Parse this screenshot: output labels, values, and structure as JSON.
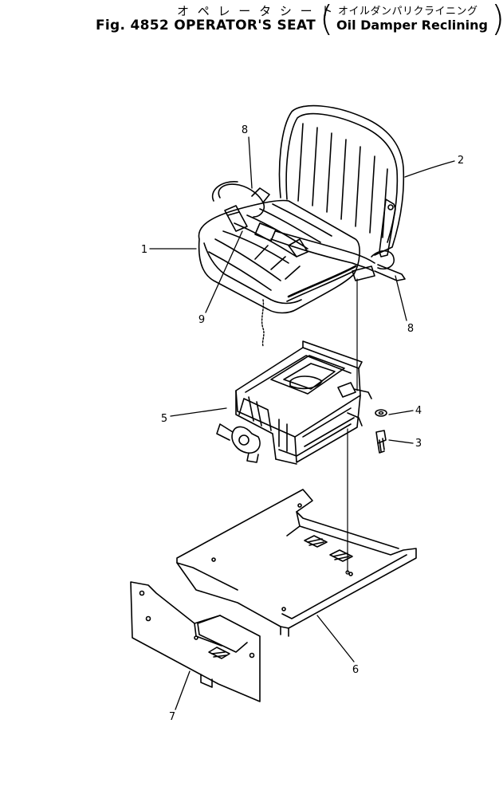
{
  "header": {
    "title_jp": "オ ペ レ ー タ シ ー ト",
    "subtitle_jp": "オイルダンパリクライニング",
    "figure_title": "Fig. 4852 OPERATOR'S SEAT",
    "subtitle_en": "Oil Damper Reclining"
  },
  "callouts": {
    "c1": "1",
    "c2": "2",
    "c3": "3",
    "c4": "4",
    "c5": "5",
    "c6": "6",
    "c7": "7",
    "c8a": "8",
    "c8b": "8",
    "c9": "9"
  }
}
